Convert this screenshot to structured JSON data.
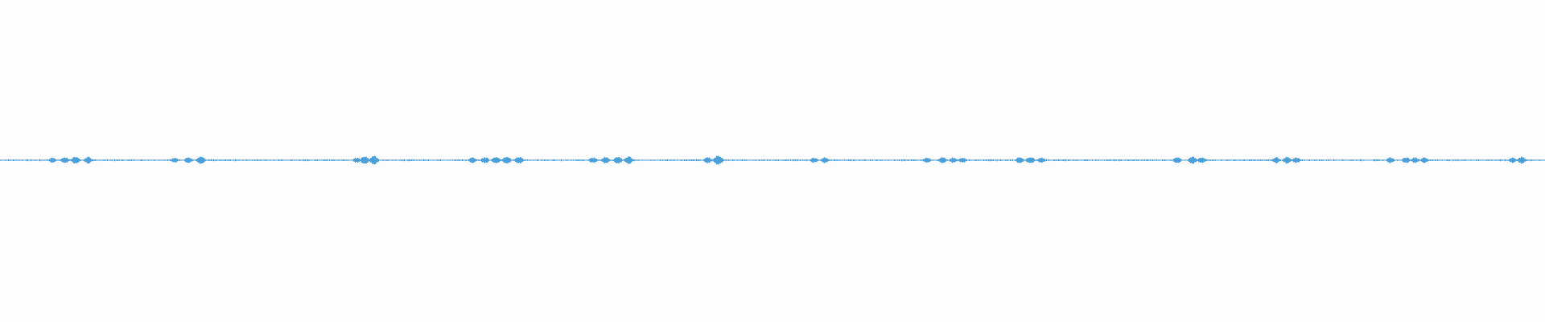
{
  "waveform": {
    "color": "#4a9fd8",
    "background": "#fdfdfd",
    "duration_fraction_bursts": [
      [
        0.034,
        0.3
      ],
      [
        0.042,
        0.45
      ],
      [
        0.049,
        0.55
      ],
      [
        0.057,
        0.5
      ],
      [
        0.113,
        0.3
      ],
      [
        0.122,
        0.4
      ],
      [
        0.13,
        0.65
      ],
      [
        0.231,
        0.35
      ],
      [
        0.236,
        0.6
      ],
      [
        0.242,
        0.7
      ],
      [
        0.306,
        0.4
      ],
      [
        0.314,
        0.45
      ],
      [
        0.321,
        0.5
      ],
      [
        0.328,
        0.6
      ],
      [
        0.336,
        0.55
      ],
      [
        0.384,
        0.45
      ],
      [
        0.392,
        0.5
      ],
      [
        0.4,
        0.5
      ],
      [
        0.407,
        0.55
      ],
      [
        0.458,
        0.45
      ],
      [
        0.465,
        0.8
      ],
      [
        0.527,
        0.35
      ],
      [
        0.534,
        0.4
      ],
      [
        0.6,
        0.35
      ],
      [
        0.61,
        0.4
      ],
      [
        0.617,
        0.4
      ],
      [
        0.623,
        0.35
      ],
      [
        0.66,
        0.45
      ],
      [
        0.667,
        0.55
      ],
      [
        0.674,
        0.4
      ],
      [
        0.762,
        0.45
      ],
      [
        0.772,
        0.55
      ],
      [
        0.778,
        0.45
      ],
      [
        0.826,
        0.45
      ],
      [
        0.833,
        0.5
      ],
      [
        0.839,
        0.4
      ],
      [
        0.9,
        0.4
      ],
      [
        0.91,
        0.45
      ],
      [
        0.916,
        0.4
      ],
      [
        0.922,
        0.35
      ],
      [
        0.979,
        0.35
      ],
      [
        0.985,
        0.5
      ]
    ]
  }
}
